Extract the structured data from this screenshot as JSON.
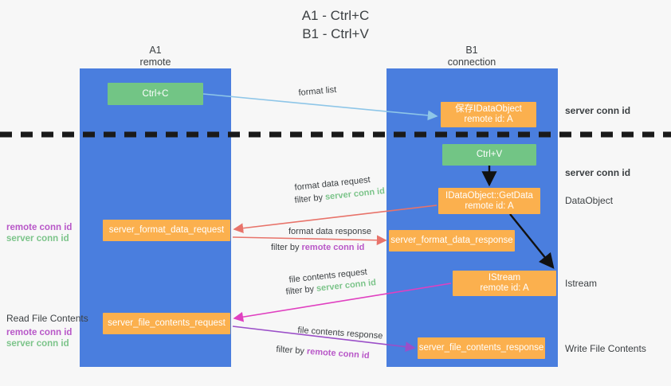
{
  "title": "A1 - Ctrl+C\nB1 - Ctrl+V",
  "colors": {
    "lane": "#4a7ede",
    "green_box": "#72c585",
    "orange_box": "#fbb04e",
    "server_conn_id": "#7cc48a",
    "remote_conn_id": "#b857c8",
    "arrow_blue": "#8ec6e8",
    "arrow_red": "#e8736a",
    "arrow_magenta": "#e040c0",
    "arrow_purple": "#9b4fc8",
    "arrow_black": "#000000",
    "separator": "#1a1a1a"
  },
  "lanes": [
    {
      "name": "A1",
      "sub": "remote",
      "header": "A1\nremote"
    },
    {
      "name": "B1",
      "sub": "connection",
      "header": "B1\nconnection"
    }
  ],
  "boxes": {
    "ctrl_c": {
      "line1": "Ctrl+C",
      "line2": ""
    },
    "idataobject": {
      "line1": "保存IDataObject",
      "line2": "remote id: A"
    },
    "ctrl_v": {
      "line1": "Ctrl+V",
      "line2": ""
    },
    "getdata": {
      "line1": "IDataObject::GetData",
      "line2": "remote id: A"
    },
    "server_format_data_request": {
      "line1": "server_format_data_request",
      "line2": ""
    },
    "server_format_data_response": {
      "line1": "server_format_data_response",
      "line2": ""
    },
    "istream": {
      "line1": "IStream",
      "line2": "remote id: A"
    },
    "server_file_contents_request": {
      "line1": "server_file_contents_request",
      "line2": ""
    },
    "server_file_contents_response": {
      "line1": "server_file_contents_response",
      "line2": ""
    }
  },
  "edge_labels": {
    "format_list": "format list",
    "format_data_request": "format data request",
    "format_data_request_filter_prefix": "filter by ",
    "format_data_request_filter_key": "server conn id",
    "format_data_response": "format data response",
    "format_data_response_filter_prefix": "filter by ",
    "format_data_response_filter_key": "remote conn id",
    "file_contents_request": "file contents request",
    "file_contents_request_filter_prefix": "filter by ",
    "file_contents_request_filter_key": "server conn id",
    "file_contents_response": "file contents response",
    "file_contents_response_filter_prefix": "filter by ",
    "file_contents_response_filter_key": "remote conn id"
  },
  "right_labels": {
    "server_conn_id_top": "server conn id",
    "server_conn_id_mid": "server conn id",
    "dataobject": "DataObject",
    "istream": "Istream",
    "write_file_contents": "Write File Contents"
  },
  "left_labels": {
    "remote_conn_id_1": "remote conn id",
    "server_conn_id_1": "server conn id",
    "read_file_contents": "Read File Contents",
    "remote_conn_id_2": "remote conn id",
    "server_conn_id_2": "server conn id"
  }
}
